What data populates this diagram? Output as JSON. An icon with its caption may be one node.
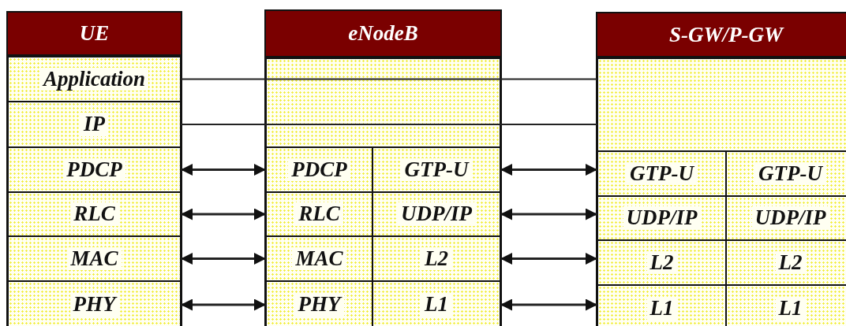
{
  "diagram": {
    "nodes": [
      {
        "text": [
          "UE"
        ]
      },
      {
        "text": [
          "Application"
        ],
        "in": 0
      },
      {
        "text": [
          "IP"
        ],
        "in": 0
      },
      {
        "text": [
          "PDCP"
        ],
        "in": 0
      },
      {
        "text": [
          "RLC"
        ],
        "in": 0
      },
      {
        "text": [
          "MAC"
        ],
        "in": 0
      },
      {
        "text": [
          "PHY"
        ],
        "in": 0
      },
      {
        "text": [
          "eNodeB"
        ]
      },
      {
        "text": [],
        "shape": "box",
        "in": 7
      },
      {
        "text": [
          "PDCP"
        ],
        "in": 7
      },
      {
        "text": [
          "GTP-U"
        ],
        "in": 7
      },
      {
        "text": [
          "RLC"
        ],
        "in": 7
      },
      {
        "text": [
          "UDP/IP"
        ],
        "in": 7
      },
      {
        "text": [
          "MAC"
        ],
        "in": 7
      },
      {
        "text": [
          "L2"
        ],
        "in": 7
      },
      {
        "text": [
          "PHY"
        ],
        "in": 7
      },
      {
        "text": [
          "L1"
        ],
        "in": 7
      },
      {
        "text": [
          "S-GW/P-GW"
        ]
      },
      {
        "text": [],
        "shape": "box",
        "in": 17
      },
      {
        "text": [
          "GTP-U"
        ],
        "in": 17
      },
      {
        "text": [
          "GTP-U"
        ],
        "in": 17
      },
      {
        "text": [
          "UDP/IP"
        ],
        "in": 17
      },
      {
        "text": [
          "UDP/IP"
        ],
        "in": 17
      },
      {
        "text": [
          "L2"
        ],
        "in": 17
      },
      {
        "text": [
          "L2"
        ],
        "in": 17
      },
      {
        "text": [
          "L1"
        ],
        "in": 17
      },
      {
        "text": [
          "L1"
        ],
        "in": 17
      }
    ],
    "edges": [
      {
        "from": 1,
        "to": 8,
        "arrow": "none"
      },
      {
        "from": 8,
        "to": 18,
        "arrow": "none"
      },
      {
        "from": 2,
        "to": 8,
        "arrow": "none"
      },
      {
        "from": 8,
        "to": 18,
        "arrow": "none"
      },
      {
        "from": 3,
        "to": 9,
        "arrow": "both"
      },
      {
        "from": 4,
        "to": 11,
        "arrow": "both"
      },
      {
        "from": 5,
        "to": 13,
        "arrow": "both"
      },
      {
        "from": 6,
        "to": 15,
        "arrow": "both"
      },
      {
        "from": 10,
        "to": 19,
        "arrow": "both"
      },
      {
        "from": 12,
        "to": 21,
        "arrow": "both"
      },
      {
        "from": 14,
        "to": 23,
        "arrow": "both"
      },
      {
        "from": 16,
        "to": 25,
        "arrow": "both"
      }
    ]
  }
}
